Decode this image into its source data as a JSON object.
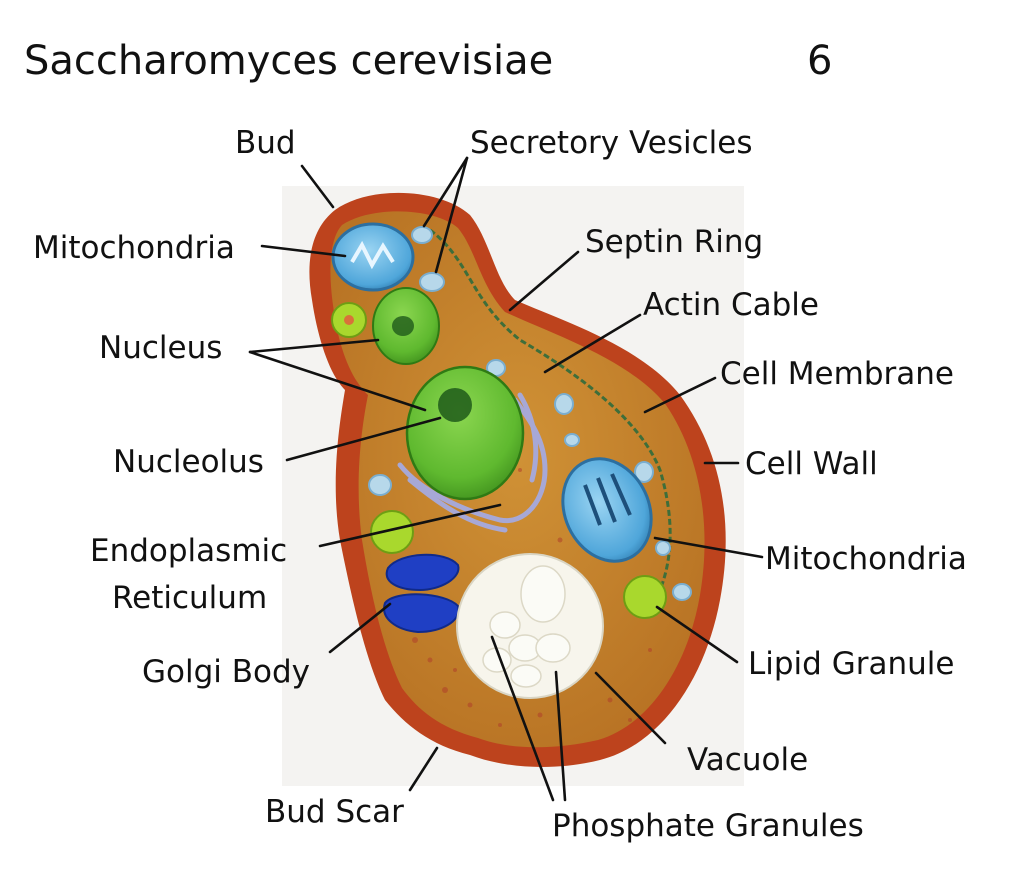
{
  "title": "Saccharomyces cerevisiae",
  "plate_number": "6",
  "labels": {
    "bud": "Bud",
    "secretory_vesicles": "Secretory Vesicles",
    "mitochondria_left": "Mitochondria",
    "septin_ring": "Septin Ring",
    "actin_cable": "Actin Cable",
    "nucleus": "Nucleus",
    "cell_membrane": "Cell Membrane",
    "nucleolus": "Nucleolus",
    "cell_wall": "Cell Wall",
    "endoplasmic_line1": "Endoplasmic",
    "endoplasmic_line2": "Reticulum",
    "mitochondria_right": "Mitochondria",
    "golgi_body": "Golgi Body",
    "lipid_granule": "Lipid Granule",
    "vacuole": "Vacuole",
    "bud_scar": "Bud Scar",
    "phosphate_granules": "Phosphate Granules"
  },
  "colors": {
    "cell_wall": "#c0451f",
    "cytoplasm": "#c9862c",
    "nucleus": "#5fb92f",
    "mitochondria": "#5aaee0",
    "vacuole": "#f5f3ea",
    "golgi": "#1f3fc4",
    "lipid": "#a6d62a"
  }
}
